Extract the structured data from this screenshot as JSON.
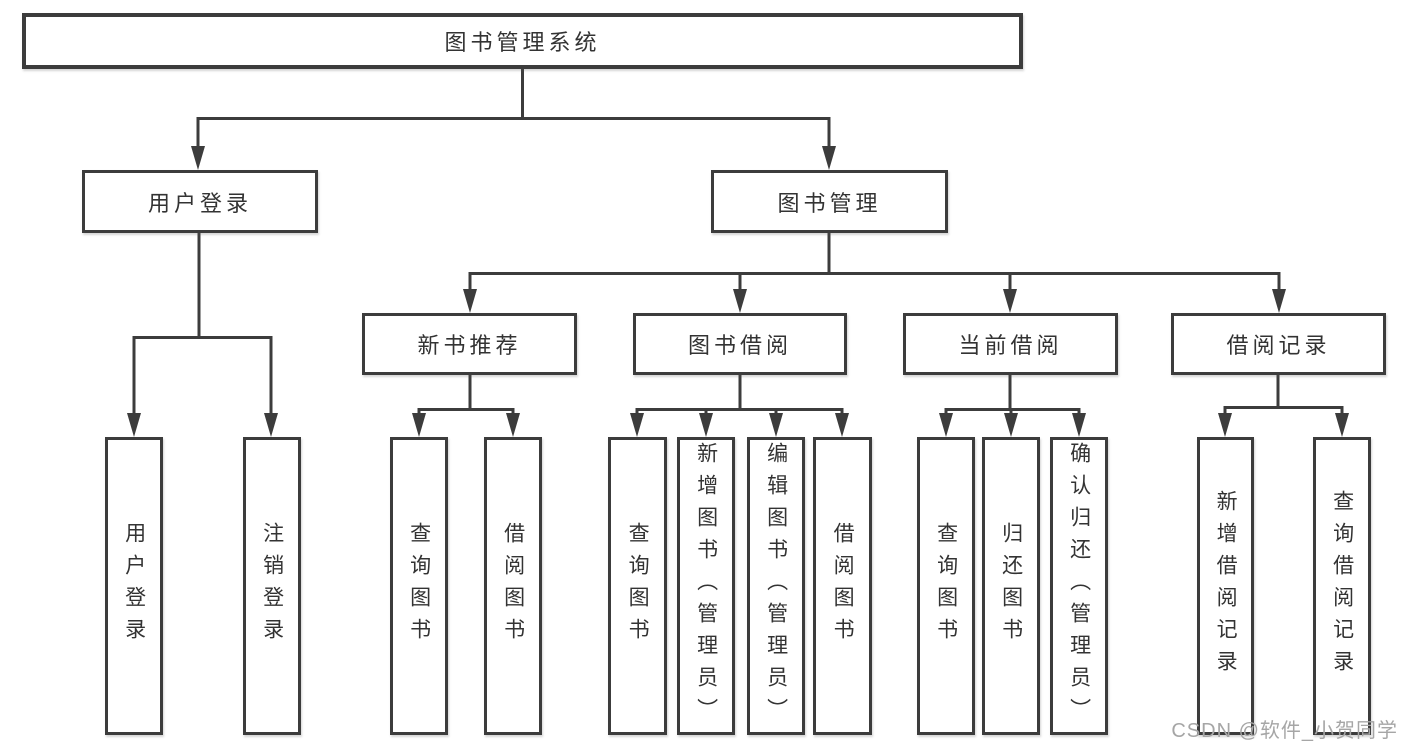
{
  "diagram": {
    "type": "tree",
    "root": {
      "label": "图书管理系统"
    },
    "level2": [
      {
        "label": "用户登录",
        "leaves": [
          {
            "label": "用户登录"
          },
          {
            "label": "注销登录"
          }
        ]
      },
      {
        "label": "图书管理"
      }
    ],
    "level3": [
      {
        "label": "新书推荐",
        "leaves": [
          {
            "label": "查询图书"
          },
          {
            "label": "借阅图书"
          }
        ]
      },
      {
        "label": "图书借阅",
        "leaves": [
          {
            "label": "查询图书"
          },
          {
            "label": "新增图书（管理员）"
          },
          {
            "label": "编辑图书（管理员）"
          },
          {
            "label": "借阅图书"
          }
        ]
      },
      {
        "label": "当前借阅",
        "leaves": [
          {
            "label": "查询图书"
          },
          {
            "label": "归还图书"
          },
          {
            "label": "确认归还（管理员）"
          }
        ]
      },
      {
        "label": "借阅记录",
        "leaves": [
          {
            "label": "新增借阅记录"
          },
          {
            "label": "查询借阅记录"
          }
        ]
      }
    ],
    "watermark": "CSDN @软件_小贺同学",
    "colors": {
      "line": "#3c3c3c",
      "text": "#333333",
      "box_fill": "#ffffff",
      "background": "#ffffff",
      "watermark": "#a6a6a6"
    }
  }
}
